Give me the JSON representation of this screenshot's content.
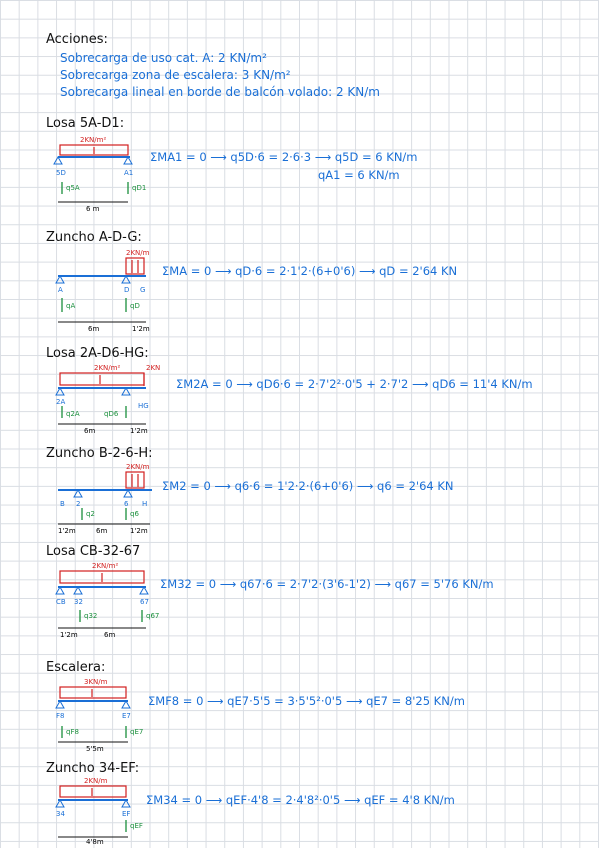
{
  "acciones": {
    "title": "Acciones:",
    "lines": [
      "Sobrecarga de uso cat. A:  2 KN/m²",
      "Sobrecarga zona de escalera:  3 KN/m²",
      "Sobrecarga lineal en borde de balcón volado:  2 KN/m"
    ]
  },
  "sections": [
    {
      "title": "Losa 5A-D1:",
      "load": "2KN/m²",
      "supports": [
        "5D",
        "A1"
      ],
      "reactions": [
        "q5A",
        "qD1"
      ],
      "dims": [
        "6 m"
      ],
      "equations": [
        "ΣMA1 = 0 ⟶ q5D·6 = 2·6·3 ⟶ q5D = 6 KN/m",
        "qA1 = 6 KN/m"
      ]
    },
    {
      "title": "Zuncho A-D-G:",
      "load": "2KN/m",
      "supports": [
        "A",
        "D",
        "G"
      ],
      "reactions": [
        "qA",
        "qD"
      ],
      "dims": [
        "6m",
        "1'2m"
      ],
      "equations": [
        "ΣMA = 0 ⟶ qD·6 = 2·1'2·(6+0'6) ⟶ qD = 2'64 KN"
      ]
    },
    {
      "title": "Losa 2A-D6-HG:",
      "load": "2KN/m²",
      "load2": "2KN",
      "supports": [
        "2A",
        "HG"
      ],
      "reactions": [
        "q2A",
        "qD6"
      ],
      "dims": [
        "6m",
        "1'2m"
      ],
      "equations": [
        "ΣM2A = 0 ⟶ qD6·6 = 2·7'2²·0'5 + 2·7'2 ⟶ qD6 = 11'4 KN/m"
      ]
    },
    {
      "title": "Zuncho B-2-6-H:",
      "load": "2KN/m",
      "supports": [
        "B",
        "2",
        "6",
        "H"
      ],
      "reactions": [
        "q2",
        "q6"
      ],
      "dims": [
        "1'2m",
        "6m",
        "1'2m"
      ],
      "equations": [
        "ΣM2 = 0 ⟶ q6·6 = 1'2·2·(6+0'6) ⟶ q6 = 2'64 KN"
      ]
    },
    {
      "title": "Losa CB-32-67",
      "load": "2KN/m²",
      "supports": [
        "CB",
        "32",
        "67"
      ],
      "reactions": [
        "q32",
        "q67"
      ],
      "dims": [
        "1'2m",
        "6m"
      ],
      "equations": [
        "ΣM32 = 0 ⟶ q67·6 = 2·7'2·(3'6-1'2) ⟶ q67 = 5'76 KN/m"
      ]
    },
    {
      "title": "Escalera:",
      "load": "3KN/m",
      "supports": [
        "F8",
        "E7"
      ],
      "reactions": [
        "qF8",
        "qE7"
      ],
      "dims": [
        "5'5m"
      ],
      "equations": [
        "ΣMF8 = 0 ⟶ qE7·5'5 = 3·5'5²·0'5 ⟶ qE7 = 8'25 KN/m"
      ]
    },
    {
      "title": "Zuncho 34-EF:",
      "load": "2KN/m",
      "supports": [
        "34",
        "EF"
      ],
      "reactions": [
        "qEF"
      ],
      "dims": [
        "4'8m"
      ],
      "equations": [
        "ΣM34 = 0 ⟶ qEF·4'8 = 2·4'8²·0'5 ⟶ qEF = 4'8 KN/m"
      ]
    }
  ]
}
